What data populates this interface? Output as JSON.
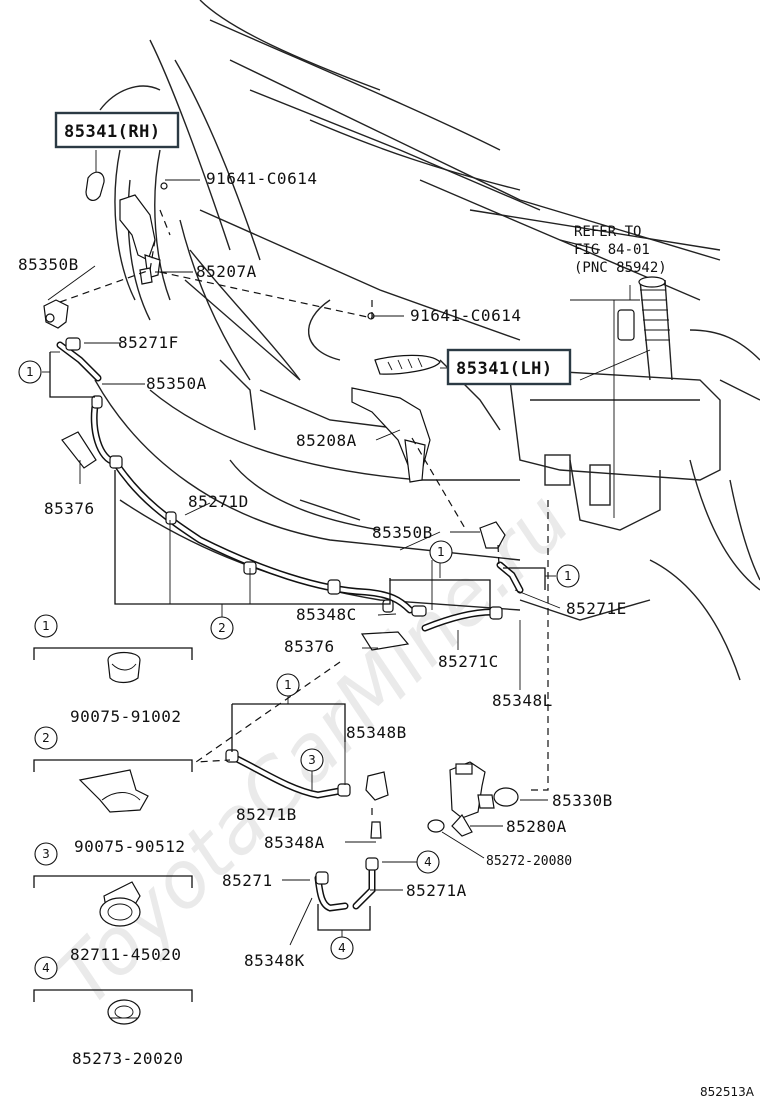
{
  "watermark": "ToyotaCarMine.ru",
  "diagram_id": "852513A",
  "refer": {
    "line1": "REFER TO",
    "line2": "FIG 84-01",
    "line3": "(PNC 85942)"
  },
  "labels": {
    "p85341rh": "85341(RH)",
    "p91641a": "91641-C0614",
    "p85350b_l": "85350B",
    "p85207a": "85207A",
    "p91641b": "91641-C0614",
    "p85341lh": "85341(LH)",
    "p85271f": "85271F",
    "p85350a": "85350A",
    "p85208a": "85208A",
    "p85376_l": "85376",
    "p85271d": "85271D",
    "p85350b_r": "85350B",
    "p85348c": "85348C",
    "p85271e": "85271E",
    "p85376_r": "85376",
    "p85271c": "85271C",
    "p85348l": "85348L",
    "p85348b": "85348B",
    "p85271b": "85271B",
    "p85330b": "85330B",
    "p85348a": "85348A",
    "p85280a": "85280A",
    "p85272": "85272-20080",
    "p85271": "85271",
    "p85271a": "85271A",
    "p85348k": "85348K"
  },
  "legend": [
    {
      "num": "1",
      "part": "90075-91002"
    },
    {
      "num": "2",
      "part": "90075-90512"
    },
    {
      "num": "3",
      "part": "82711-45020"
    },
    {
      "num": "4",
      "part": "85273-20020"
    }
  ],
  "callouts": [
    "1",
    "1",
    "1",
    "2",
    "1",
    "3",
    "4",
    "4"
  ]
}
